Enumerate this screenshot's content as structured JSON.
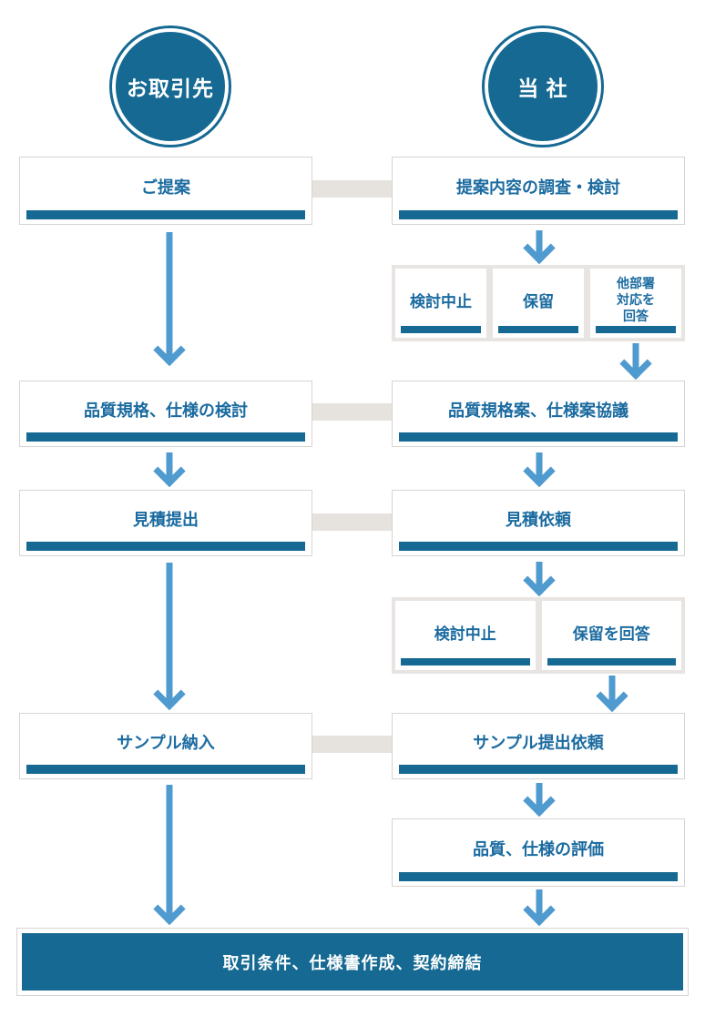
{
  "palette": {
    "dark_blue": "#156992",
    "text_blue": "#1b6ba0",
    "arrow_blue": "#4f9acf",
    "panel_gray": "#e7e4e1",
    "connector_gray": "#e6e3df",
    "border_gray": "#d7d5d1"
  },
  "lanes": {
    "partner": {
      "label": "お取引先"
    },
    "company": {
      "label": "当 社"
    }
  },
  "partner_steps": {
    "proposal": "ご提案",
    "quality_review": "品質規格、仕様の検討",
    "quote_submit": "見積提出",
    "sample_delivery": "サンプル納入"
  },
  "company_steps": {
    "investigation": "提案内容の調査・検討",
    "quality_discussion": "品質規格案、仕様案協議",
    "quote_request": "見積依頼",
    "sample_request": "サンプル提出依頼",
    "evaluation": "品質、仕様の評価"
  },
  "branch_after_investigation": {
    "stop": "検討中止",
    "hold": "保留",
    "other_dept": "他部署\n対応を\n回答"
  },
  "branch_after_quote": {
    "stop": "検討中止",
    "hold_reply": "保留を回答"
  },
  "final_step": "取引条件、仕様書作成、契約締結"
}
